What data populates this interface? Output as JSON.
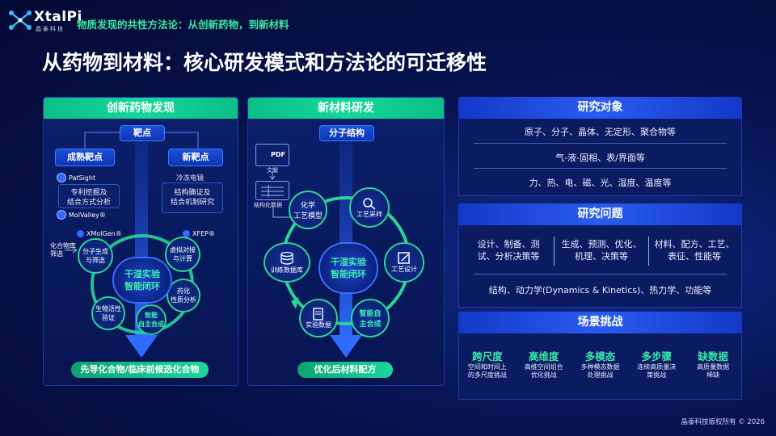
{
  "header": {
    "brand": "XtalPi",
    "brand_cn": "晶泰科技",
    "subtitle": "物质发现的共性方法论：从创新药物，到新材料",
    "title": "从药物到材料：核心研发模式和方法论的可迁移性"
  },
  "drug_panel": {
    "head": "创新药物发现",
    "target": "靶点",
    "mature_target": "成熟靶点",
    "new_target": "新靶点",
    "patsight": "PatSight",
    "molvalley": "MolValley®",
    "patent_box": [
      "专利挖掘及",
      "结合方式分析"
    ],
    "cryo_label": "冷冻电镜",
    "structure_box": [
      "结构确证及",
      "结合机制研究"
    ],
    "xmolgen": "XMolGen®",
    "xfep": "XFEP®",
    "library_screen": [
      "化合物库",
      "筛选"
    ],
    "nodes": {
      "gen_screen": [
        "分子生成",
        "与筛选"
      ],
      "virtual_dock": [
        "虚拟对接",
        "与计算"
      ],
      "pharm": [
        "药化",
        "性质分析"
      ],
      "auto_synth": [
        "智能",
        "自主合成"
      ],
      "bio_verify": [
        "生物活性",
        "验证"
      ]
    },
    "core": [
      "干湿实验",
      "智能闭环"
    ],
    "result": "先导化合物/临床前候选化合物"
  },
  "material_panel": {
    "head": "新材料研发",
    "molecular_structure": "分子结构",
    "pdf_label": "PDF",
    "literature": "文献",
    "structured_data": "结构化数据",
    "nodes": {
      "chem_model": [
        "化学",
        "工艺模型"
      ],
      "process_collect": [
        "工艺采样"
      ],
      "process_design": [
        "工艺设计"
      ],
      "auto_synth": [
        "智能自",
        "主合成"
      ],
      "exp_data": [
        "实验数据"
      ],
      "train_db": [
        "训练数据库"
      ]
    },
    "core": [
      "干湿实验",
      "智能闭环"
    ],
    "result": "优化后材料配方"
  },
  "research_object": {
    "head": "研究对象",
    "lines": [
      "原子、分子、晶体、无定形、聚合物等",
      "气-液-固相、表/界面等",
      "力、热、电、磁、光、湿度、温度等"
    ]
  },
  "research_problem": {
    "head": "研究问题",
    "col1": [
      "设计、制备、测",
      "试、分析决策等"
    ],
    "col2": [
      "生成、预测、优化、",
      "机理、决策等"
    ],
    "col3": [
      "材料、配方、工艺、",
      "表征、性能等"
    ],
    "bottom": "结构、动力学(Dynamics & Kinetics)、热力学、功能等"
  },
  "scenario": {
    "head": "场景挑战",
    "items": [
      {
        "title": "跨尺度",
        "desc": [
          "空间和时间上",
          "的多尺度挑战"
        ]
      },
      {
        "title": "高维度",
        "desc": [
          "高维空间组合",
          "优化挑战"
        ]
      },
      {
        "title": "多模态",
        "desc": [
          "多种模态数据",
          "处理挑战"
        ]
      },
      {
        "title": "多步骤",
        "desc": [
          "连续高质量决",
          "策挑战"
        ]
      },
      {
        "title": "缺数据",
        "desc": [
          "高质量数据",
          "稀缺"
        ]
      }
    ]
  },
  "footer": "晶泰科技版权所有 © 2026",
  "colors": {
    "accent_green": "#2ad39a",
    "navy": "#050b3a",
    "blue": "#1a4ed8"
  }
}
